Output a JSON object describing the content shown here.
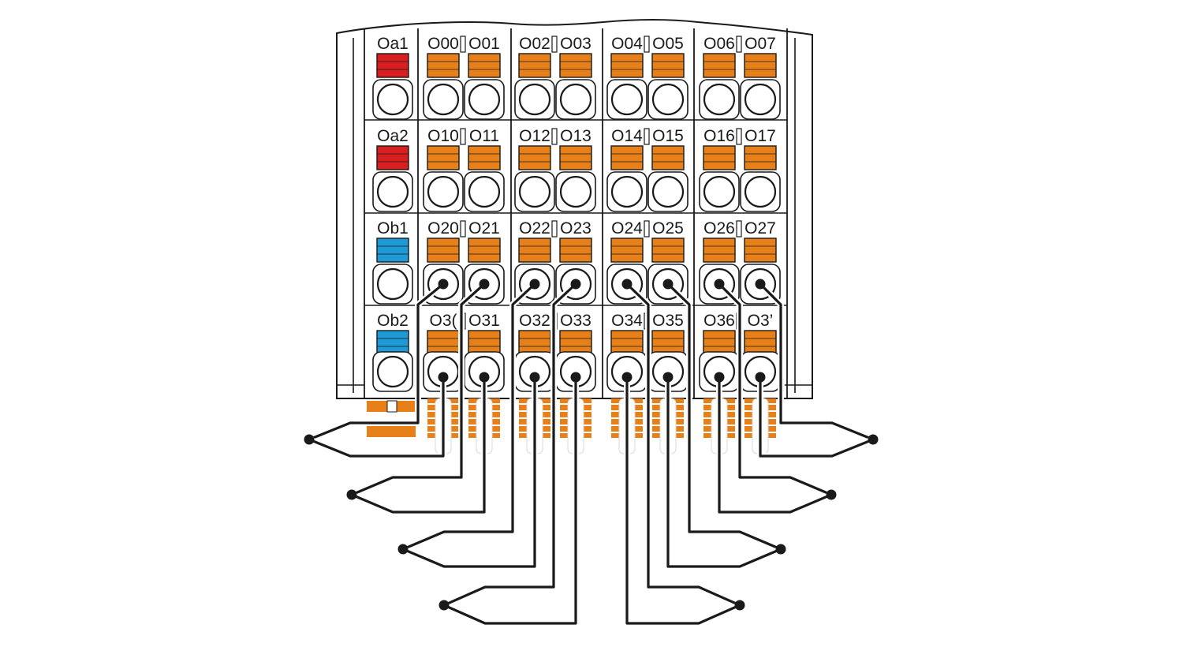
{
  "colors": {
    "outline": "#1a1a1a",
    "housing": "#ffffff",
    "release_orange": "#e8801a",
    "release_red": "#d81e1e",
    "release_blue": "#1e9ad6",
    "wire": "#1a1a1a"
  },
  "terminal_block": {
    "shield_rows": [
      {
        "label": "Oa1",
        "color": "red"
      },
      {
        "label": "Oa2",
        "color": "red"
      },
      {
        "label": "Ob1",
        "color": "blue"
      },
      {
        "label": "Ob2",
        "color": "blue"
      }
    ],
    "channel_rows": [
      [
        "O00",
        "O01",
        "O02",
        "O03",
        "O04",
        "O05",
        "O06",
        "O07"
      ],
      [
        "O10",
        "O11",
        "O12",
        "O13",
        "O14",
        "O15",
        "O16",
        "O17"
      ],
      [
        "O20",
        "O21",
        "O22",
        "O23",
        "O24",
        "O25",
        "O26",
        "O27"
      ],
      [
        "O3(",
        "O31",
        "O32",
        "O33",
        "O34",
        "O35",
        "O36",
        "O3’"
      ]
    ]
  },
  "thermocouples": {
    "left_count": 4,
    "right_count": 4,
    "connected_rows": [
      "O2x",
      "O3x"
    ]
  }
}
